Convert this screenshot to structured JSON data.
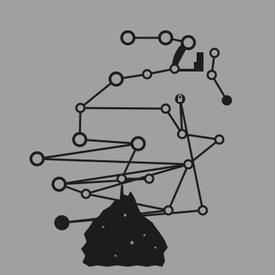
{
  "board": {
    "background": "#a0a0a0",
    "ink": "#1e1e1e"
  },
  "nodes": [
    {
      "id": "n1",
      "kind": "ring",
      "size": "large"
    },
    {
      "id": "n2",
      "kind": "ring",
      "size": "large"
    },
    {
      "id": "n3",
      "kind": "ring",
      "size": "large"
    },
    {
      "id": "n4",
      "kind": "ring",
      "size": "small"
    },
    {
      "id": "n5",
      "kind": "ring",
      "size": "small"
    },
    {
      "id": "n6",
      "kind": "ring",
      "size": "small"
    },
    {
      "id": "n7",
      "kind": "ring",
      "size": "large"
    },
    {
      "id": "n8",
      "kind": "ring",
      "size": "small"
    },
    {
      "id": "n9",
      "kind": "solid",
      "size": "small"
    },
    {
      "id": "n10",
      "kind": "ring",
      "size": "small"
    },
    {
      "id": "n11",
      "kind": "ring",
      "size": "small"
    },
    {
      "id": "n12",
      "kind": "lock",
      "size": "small"
    },
    {
      "id": "n13",
      "kind": "ring",
      "size": "large"
    },
    {
      "id": "n14",
      "kind": "ring",
      "size": "large"
    },
    {
      "id": "n15",
      "kind": "ring",
      "size": "small"
    },
    {
      "id": "n16",
      "kind": "ring",
      "size": "small"
    },
    {
      "id": "n17",
      "kind": "ring",
      "size": "large"
    },
    {
      "id": "n18",
      "kind": "ring",
      "size": "small"
    },
    {
      "id": "n19",
      "kind": "ring",
      "size": "small"
    },
    {
      "id": "n20",
      "kind": "ring",
      "size": "small"
    },
    {
      "id": "n21",
      "kind": "ring",
      "size": "large"
    },
    {
      "id": "n22",
      "kind": "ring",
      "size": "small"
    },
    {
      "id": "n23",
      "kind": "ring",
      "size": "small"
    },
    {
      "id": "n24",
      "kind": "ring",
      "size": "small"
    },
    {
      "id": "n25",
      "kind": "solid",
      "size": "large"
    }
  ],
  "edges": [
    [
      "n1",
      "n2"
    ],
    [
      "n2",
      "n3"
    ],
    [
      "n4",
      "n5"
    ],
    [
      "n4",
      "n7"
    ],
    [
      "n3",
      "n5"
    ],
    [
      "n6",
      "n8"
    ],
    [
      "n8",
      "n9"
    ],
    [
      "n7",
      "n10"
    ],
    [
      "n10",
      "n11"
    ],
    [
      "n10",
      "n13"
    ],
    [
      "n11",
      "n15"
    ],
    [
      "n15",
      "n16"
    ],
    [
      "n12",
      "n15"
    ],
    [
      "n12",
      "n22"
    ],
    [
      "n13",
      "n14"
    ],
    [
      "n14",
      "n19"
    ],
    [
      "n14",
      "n17"
    ],
    [
      "n19",
      "n20"
    ],
    [
      "n20",
      "n21"
    ],
    [
      "n17",
      "n18"
    ],
    [
      "n18",
      "n21"
    ],
    [
      "n16",
      "n18"
    ],
    [
      "n18",
      "n24"
    ],
    [
      "n24",
      "n25"
    ],
    [
      "n25",
      "n22"
    ],
    [
      "n24",
      "n23"
    ],
    [
      "n23",
      "n18"
    ],
    [
      "n21",
      "n23"
    ]
  ]
}
